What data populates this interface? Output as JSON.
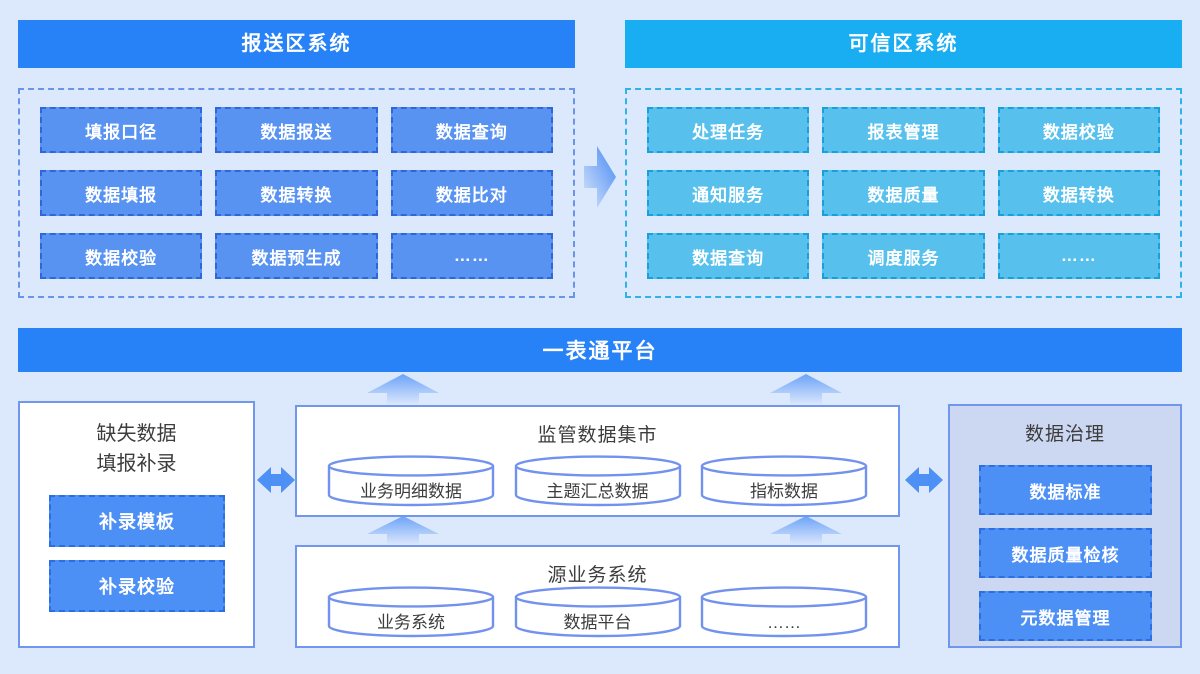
{
  "colors": {
    "page_bg": "#dce9fc",
    "primary_blue": "#2781f7",
    "cyan_blue": "#19adf2",
    "reporting_cell_bg": "#5893f2",
    "reporting_cell_border": "#3066db",
    "trusted_cell_bg": "#57c0ec",
    "trusted_cell_border": "#18a0dd",
    "panel_border": "#7096ee",
    "button_bg": "#4d90f5",
    "button_border": "#2b6fe3",
    "governance_bg": "#ccd7f2",
    "dark_text": "#3d3d3d"
  },
  "reporting_zone": {
    "title": "报送区系统",
    "modules": [
      "填报口径",
      "数据报送",
      "数据查询",
      "数据填报",
      "数据转换",
      "数据比对",
      "数据校验",
      "数据预生成",
      "……"
    ]
  },
  "trusted_zone": {
    "title": "可信区系统",
    "modules": [
      "处理任务",
      "报表管理",
      "数据校验",
      "通知服务",
      "数据质量",
      "数据转换",
      "数据查询",
      "调度服务",
      "……"
    ]
  },
  "platform": {
    "title": "一表通平台"
  },
  "supplement": {
    "title_line1": "缺失数据",
    "title_line2": "填报补录",
    "buttons": [
      "补录模板",
      "补录校验"
    ]
  },
  "data_mart": {
    "title": "监管数据集市",
    "databases": [
      "业务明细数据",
      "主题汇总数据",
      "指标数据"
    ]
  },
  "source_systems": {
    "title": "源业务系统",
    "databases": [
      "业务系统",
      "数据平台",
      "……"
    ]
  },
  "governance": {
    "title": "数据治理",
    "buttons": [
      "数据标准",
      "数据质量检核",
      "元数据管理"
    ]
  }
}
